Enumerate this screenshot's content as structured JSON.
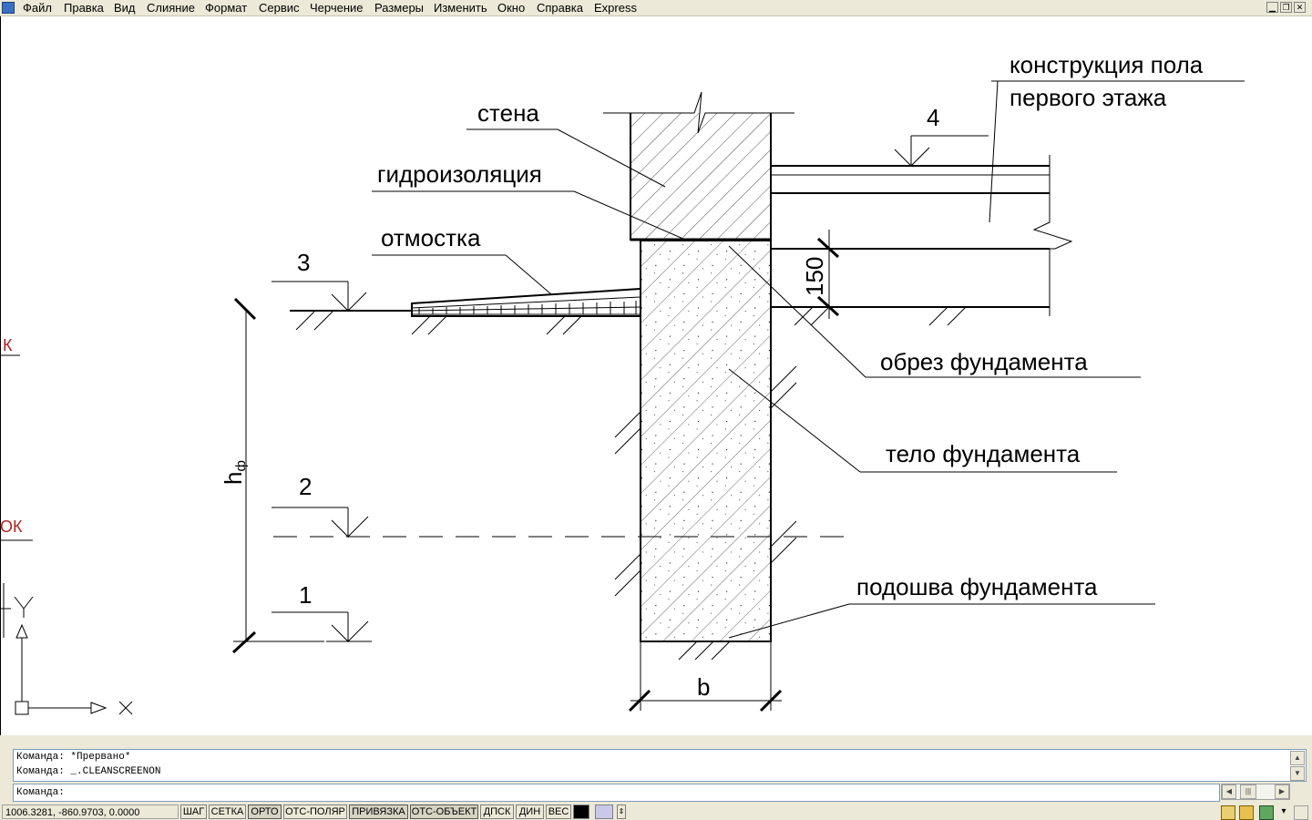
{
  "menu": {
    "items": [
      "Файл",
      "Правка",
      "Вид",
      "Слияние",
      "Формат",
      "Сервис",
      "Черчение",
      "Размеры",
      "Изменить",
      "Окно",
      "Справка",
      "Express"
    ]
  },
  "drawing": {
    "labels": {
      "floor_line1": "конструкция пола",
      "floor_line2": "первого этажа",
      "wall": "стена",
      "waterproofing": "гидроизоляция",
      "blind_area": "отмостка",
      "foundation_edge": "обрез фундамента",
      "foundation_body": "тело фундамента",
      "foundation_sole": "подошва фундамента"
    },
    "level_marks": {
      "l1": "1",
      "l2": "2",
      "l3": "3",
      "l4": "4"
    },
    "dimensions": {
      "height_symbol": "h",
      "height_subscript": "ф",
      "width": "b",
      "offset": "150"
    },
    "clipped_left_text": {
      "top": "К",
      "bottom": "ОК"
    },
    "ucs": {
      "x_label": "X",
      "y_label": "Y"
    },
    "colors": {
      "clipped_text": "#b22222",
      "lines": "#000000"
    }
  },
  "command": {
    "history": [
      "Команда: *Прервано*",
      "Команда: _.CLEANSCREENON"
    ],
    "prompt": "Команда:"
  },
  "status": {
    "coords": "1006.3281, -860.9703, 0.0000",
    "toggles": [
      {
        "label": "ШАГ",
        "on": false
      },
      {
        "label": "СЕТКА",
        "on": false
      },
      {
        "label": "ОРТО",
        "on": true
      },
      {
        "label": "ОТС-ПОЛЯР",
        "on": false
      },
      {
        "label": "ПРИВЯЗКА",
        "on": true
      },
      {
        "label": "ОТС-ОБЪЕКТ",
        "on": true
      },
      {
        "label": "ДПСК",
        "on": false
      },
      {
        "label": "ДИН",
        "on": false
      },
      {
        "label": "ВЕС",
        "on": false
      }
    ]
  }
}
